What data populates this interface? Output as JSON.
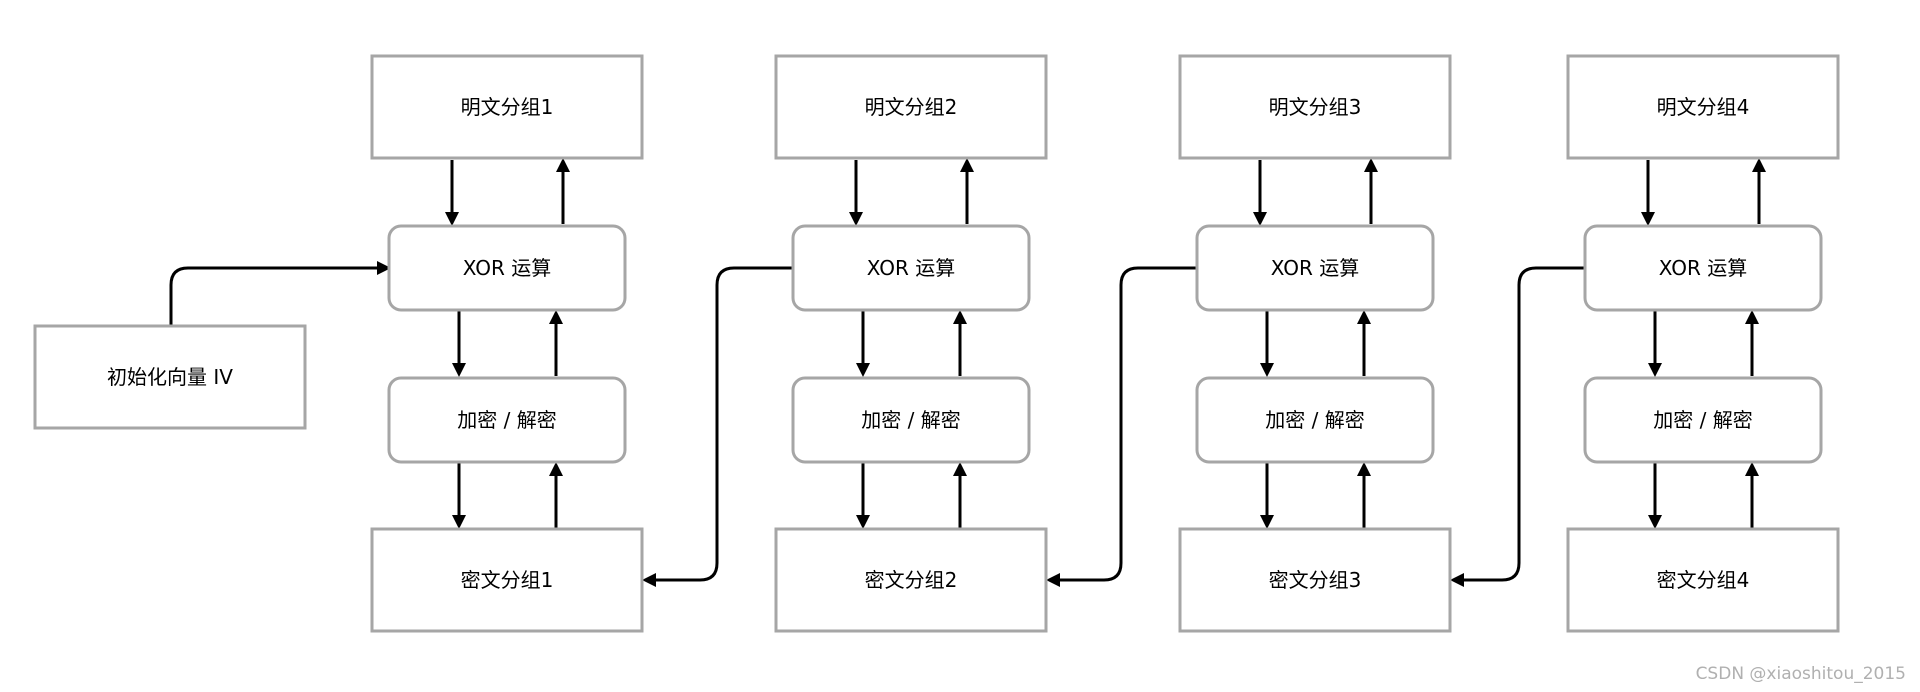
{
  "diagram": {
    "iv": {
      "label": "初始化向量 IV"
    },
    "columns": [
      {
        "plaintext": "明文分组1",
        "xor": "XOR 运算",
        "cipher_op": "加密 / 解密",
        "ciphertext": "密文分组1"
      },
      {
        "plaintext": "明文分组2",
        "xor": "XOR 运算",
        "cipher_op": "加密 / 解密",
        "ciphertext": "密文分组2"
      },
      {
        "plaintext": "明文分组3",
        "xor": "XOR 运算",
        "cipher_op": "加密 / 解密",
        "ciphertext": "密文分组3"
      },
      {
        "plaintext": "明文分组4",
        "xor": "XOR 运算",
        "cipher_op": "加密 / 解密",
        "ciphertext": "密文分组4"
      }
    ]
  },
  "watermark": "CSDN @xiaoshitou_2015",
  "colors": {
    "box_stroke": "#a6a6a6",
    "arrow": "#000000",
    "text": "#000000",
    "watermark": "#b0b0b0"
  }
}
